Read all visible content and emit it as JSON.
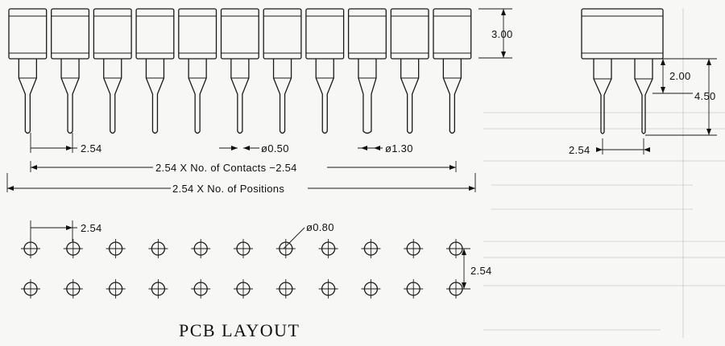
{
  "dimensions": {
    "header_height": "3.00",
    "pitch_top": "2.54",
    "pin_dia": "ø0.50",
    "tail_dia": "ø1.30",
    "contacts_formula": "2.54 X No. of Contacts −2.54",
    "positions_formula": "2.54 X No. of Positions",
    "side_upper": "2.00",
    "side_total": "4.50",
    "side_pitch": "2.54",
    "pcb_pitch_h": "2.54",
    "hole_dia": "ø0.80",
    "pcb_pitch_v": "2.54"
  },
  "pcb_title": "PCB LAYOUT",
  "pin_count": 11,
  "row_count": 2
}
